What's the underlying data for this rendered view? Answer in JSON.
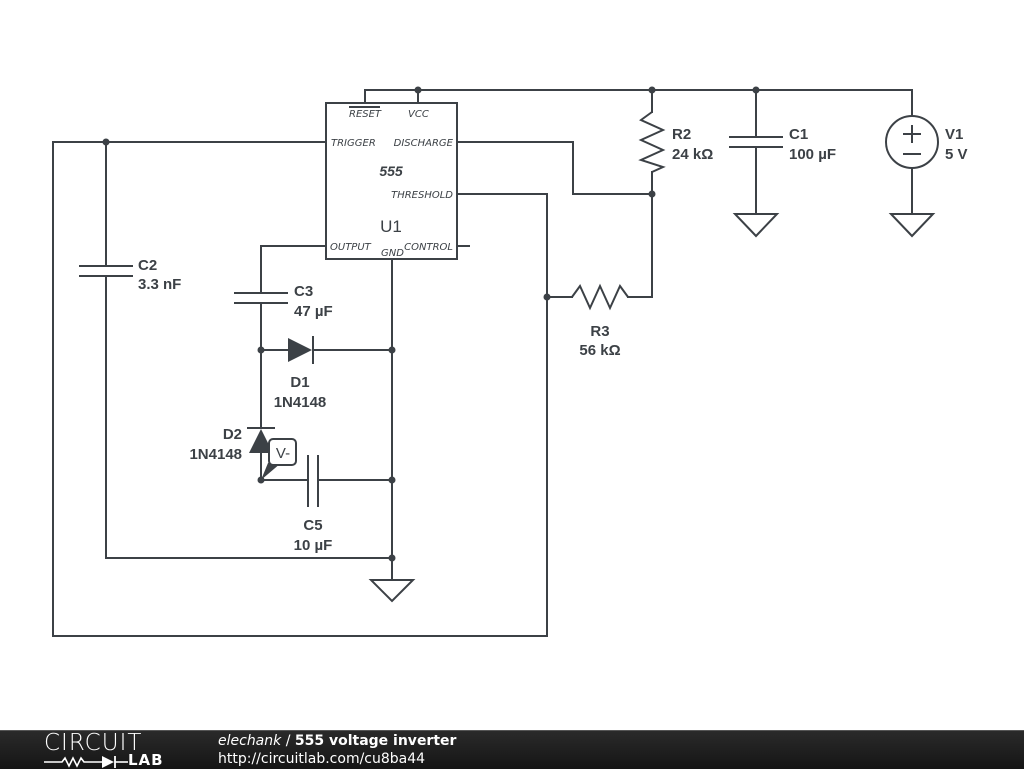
{
  "schematic": {
    "colors": {
      "wire": "#3c4146",
      "background": "#ffffff",
      "footer": "#1c1c1c"
    },
    "ic": {
      "refdes": "U1",
      "part": "555",
      "pins": {
        "reset": "RESET",
        "vcc": "VCC",
        "trigger": "TRIGGER",
        "discharge": "DISCHARGE",
        "threshold": "THRESHOLD",
        "output": "OUTPUT",
        "gnd": "GND",
        "control": "CONTROL"
      }
    },
    "components": {
      "r2": {
        "name": "R2",
        "value": "24 kΩ"
      },
      "r3": {
        "name": "R3",
        "value": "56 kΩ"
      },
      "c1": {
        "name": "C1",
        "value": "100 µF"
      },
      "c2": {
        "name": "C2",
        "value": "3.3 nF"
      },
      "c3": {
        "name": "C3",
        "value": "47 µF"
      },
      "c5": {
        "name": "C5",
        "value": "10 µF"
      },
      "d1": {
        "name": "D1",
        "value": "1N4148"
      },
      "d2": {
        "name": "D2",
        "value": "1N4148"
      },
      "v1": {
        "name": "V1",
        "value": "5 V"
      }
    },
    "probe": {
      "label": "V-"
    }
  },
  "footer": {
    "logo_top": "CIRCUIT",
    "logo_bottom": "LAB",
    "user": "elechank",
    "separator": " / ",
    "title": "555 voltage inverter",
    "url": "http://circuitlab.com/cu8ba44"
  }
}
